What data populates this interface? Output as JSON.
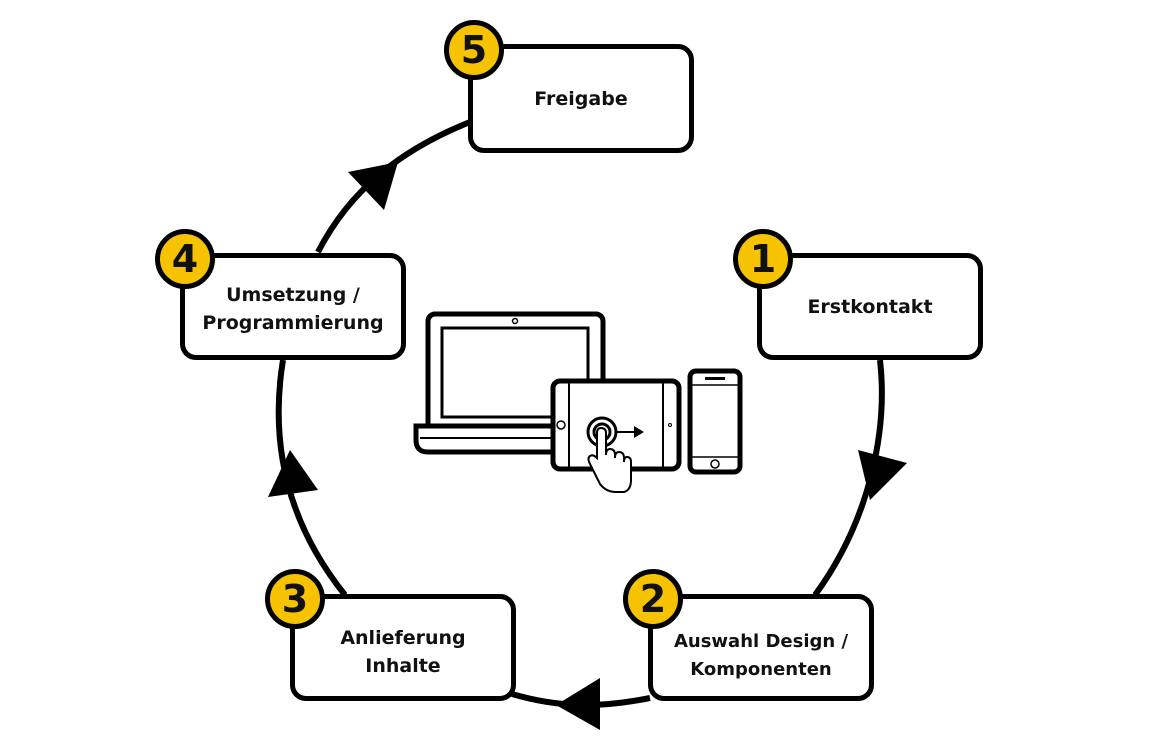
{
  "diagram": {
    "type": "process-cycle",
    "accent_color": "#F7C300",
    "center_icon": "responsive-devices-icon",
    "steps": [
      {
        "number": "1",
        "label": "Erstkontakt"
      },
      {
        "number": "2",
        "label": "Auswahl Design /\nKomponenten"
      },
      {
        "number": "3",
        "label": "Anlieferung\nInhalte"
      },
      {
        "number": "4",
        "label": "Umsetzung /\nProgrammierung"
      },
      {
        "number": "5",
        "label": "Freigabe"
      }
    ],
    "flow_direction": "clockwise"
  }
}
